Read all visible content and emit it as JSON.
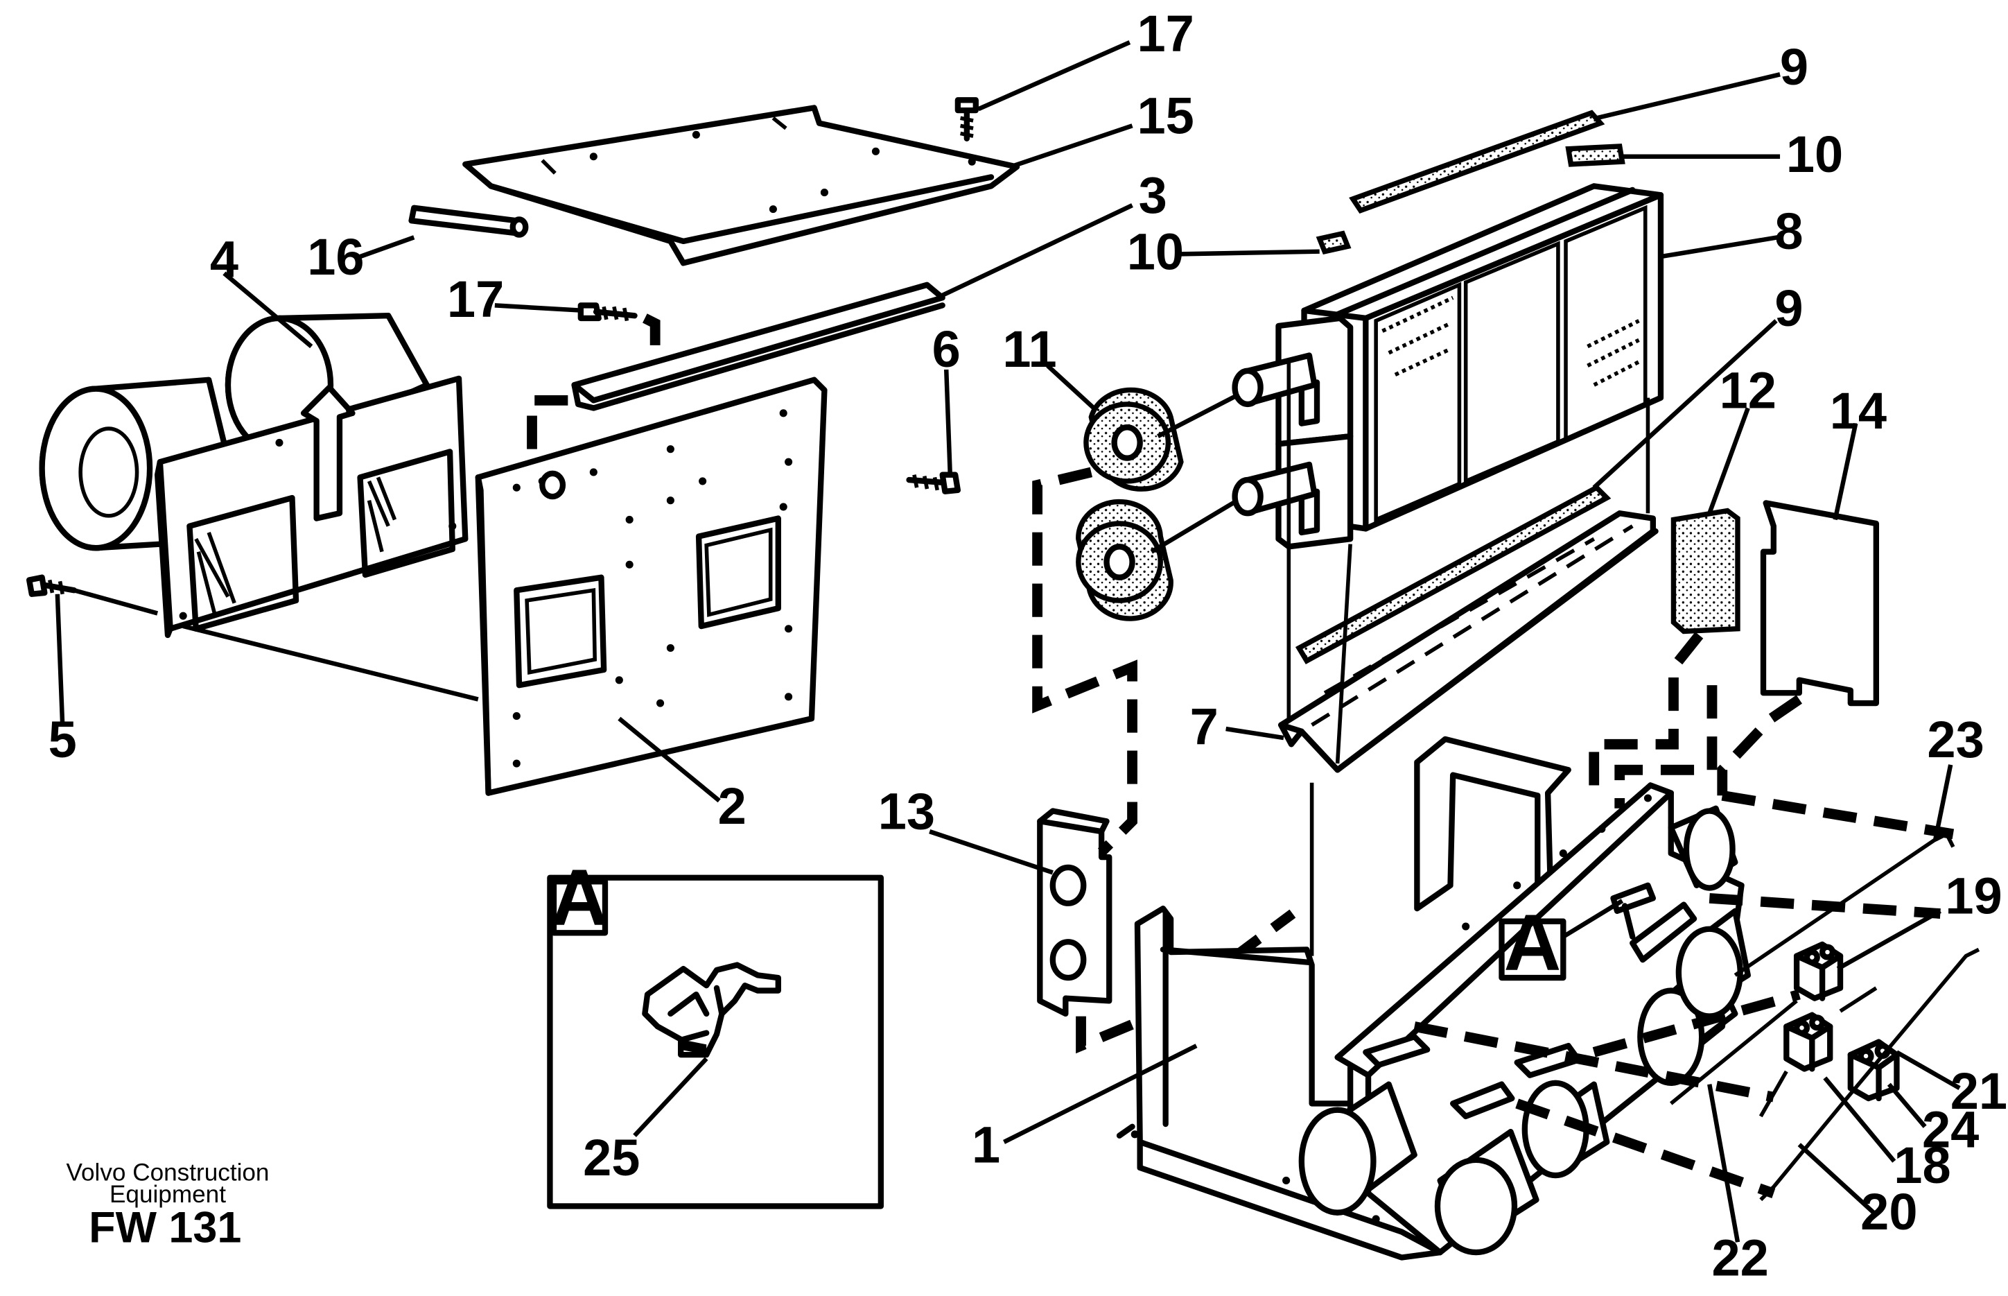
{
  "callouts": [
    "1",
    "2",
    "3",
    "4",
    "5",
    "6",
    "7",
    "8",
    "9",
    "9",
    "10",
    "10",
    "11",
    "12",
    "13",
    "14",
    "15",
    "16",
    "17",
    "17",
    "18",
    "19",
    "20",
    "21",
    "22",
    "23",
    "24",
    "25"
  ],
  "detail": {
    "box_label": "A",
    "marker_label": "A"
  },
  "footer": {
    "company_line1": "Volvo Construction",
    "company_line2": "Equipment",
    "figure_code": "FW 131"
  }
}
